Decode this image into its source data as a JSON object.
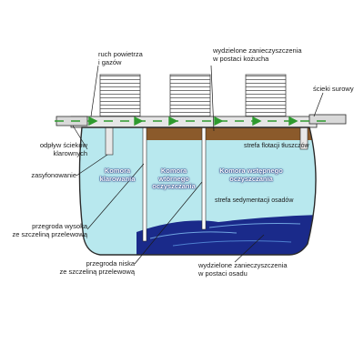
{
  "labels": {
    "ruch_powietrza": "ruch powietrza\ni gazów",
    "wydzielone_kozuch": "wydzielone zanieczyszczenia\nw postaci kożucha",
    "sciek_surowy": "ścieki surowy",
    "odplyw": "odpływ ścieków\nklarownych",
    "zasyfonowanie": "zasyfonowanie",
    "przegroda_wysoka": "przegroda wysoka\nze szczeliną przelewową",
    "przegroda_niska": "przegroda niska\nze szczeliną przelewową",
    "wydzielone_osad": "wydzielone zanieczyszczenia\nw postaci osadu"
  },
  "chambers": {
    "klarowania": "Komora\nklarowania",
    "wtornego": "Komora\nwtórnego\noczyszczania",
    "wstepnego": "Komora wstępnego\noczyszczania"
  },
  "zones": {
    "flotacja": "strefa flotacji tłuszczów",
    "sedymentacja": "strefa sedymentacji osadów"
  },
  "colors": {
    "water": "#b8e8ee",
    "scum": "#8b5a2b",
    "sludge": "#1a2a8a",
    "flow_arrow": "#2e9a2e",
    "tank_outline": "#2b2b2b"
  }
}
